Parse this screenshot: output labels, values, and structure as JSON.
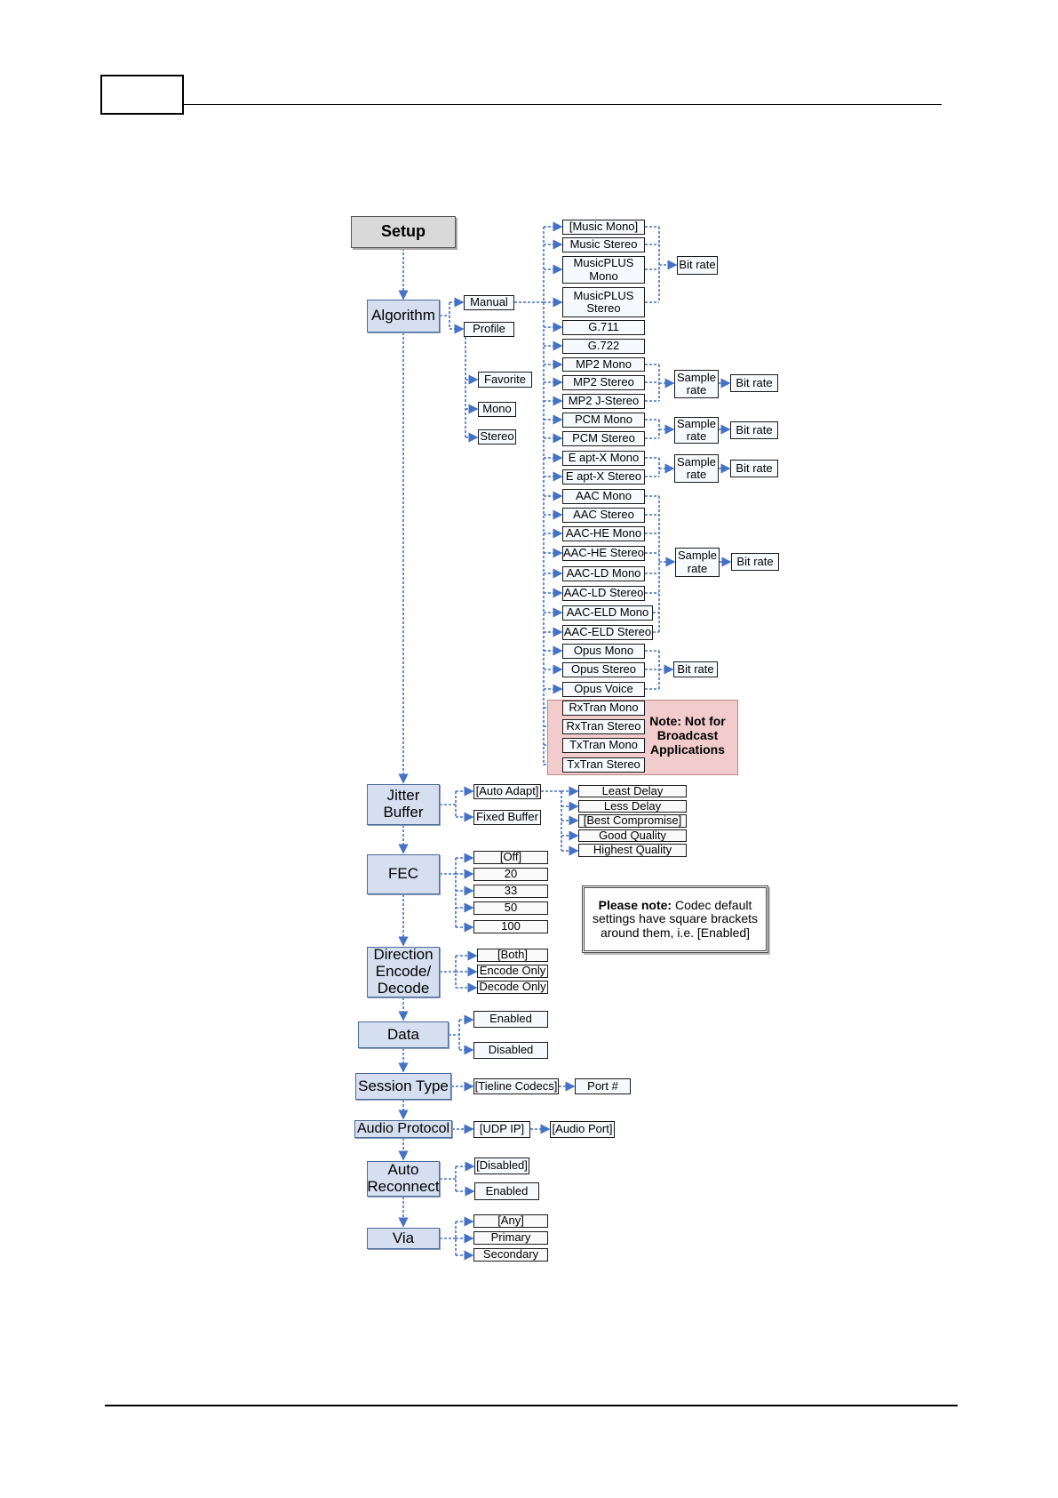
{
  "main": {
    "setup": "Setup",
    "algorithm": "Algorithm",
    "jitter_buffer": "Jitter Buffer",
    "fec": "FEC",
    "direction": "Direction Encode/ Decode",
    "data": "Data",
    "session_type": "Session Type",
    "audio_protocol": "Audio Protocol",
    "auto_reconnect": "Auto Reconnect",
    "via": "Via"
  },
  "algorithm": {
    "manual": "Manual",
    "profile": "Profile",
    "favorite": "Favorite",
    "mono": "Mono",
    "stereo": "Stereo"
  },
  "codecs": {
    "music_mono": "[Music Mono]",
    "music_stereo": "Music Stereo",
    "musicplus_mono": "MusicPLUS Mono",
    "musicplus_stereo": "MusicPLUS Stereo",
    "g711": "G.711",
    "g722": "G.722",
    "mp2_mono": "MP2 Mono",
    "mp2_stereo": "MP2 Stereo",
    "mp2_jstereo": "MP2 J-Stereo",
    "pcm_mono": "PCM Mono",
    "pcm_stereo": "PCM Stereo",
    "aptx_mono": "E apt-X Mono",
    "aptx_stereo": "E apt-X Stereo",
    "aac_mono": "AAC Mono",
    "aac_stereo": "AAC Stereo",
    "aache_mono": "AAC-HE Mono",
    "aache_stereo": "AAC-HE Stereo",
    "aacld_mono": "AAC-LD Mono",
    "aacld_stereo": "AAC-LD Stereo",
    "aaceld_mono": "AAC-ELD Mono",
    "aaceld_stereo": "AAC-ELD Stereo",
    "opus_mono": "Opus Mono",
    "opus_stereo": "Opus Stereo",
    "opus_voice": "Opus Voice",
    "rxtran_mono": "RxTran Mono",
    "rxtran_stereo": "RxTran Stereo",
    "txtran_mono": "TxTran Mono",
    "txtran_stereo": "TxTran Stereo"
  },
  "params": {
    "bit_rate": "Bit rate",
    "sample_rate": "Sample rate"
  },
  "broadcast_note": "Note: Not for Broadcast Applications",
  "jitter": {
    "auto_adapt": "[Auto Adapt]",
    "fixed_buffer": "Fixed Buffer",
    "least_delay": "Least Delay",
    "less_delay": "Less Delay",
    "best_compromise": "[Best Compromise]",
    "good_quality": "Good Quality",
    "highest_quality": "Highest Quality"
  },
  "fec_options": [
    "[Off]",
    "20",
    "33",
    "50",
    "100"
  ],
  "note": {
    "bold": "Please note:",
    "text": " Codec default settings have square brackets around them, i.e. [Enabled]"
  },
  "direction_options": [
    "[Both]",
    "Encode Only",
    "Decode Only"
  ],
  "data_options": [
    "Enabled",
    "Disabled"
  ],
  "session": {
    "tieline": "[Tieline Codecs]",
    "port": "Port #"
  },
  "audio_protocol": {
    "udp": "[UDP IP]",
    "audio_port": "[Audio Port]"
  },
  "auto_reconnect_options": [
    "[Disabled]",
    "Enabled"
  ],
  "via_options": [
    "[Any]",
    "Primary",
    "Secondary"
  ],
  "colors": {
    "connector": "#4472c4",
    "main_fill": "#d5dff0",
    "note_fill": "#f2cccc"
  }
}
